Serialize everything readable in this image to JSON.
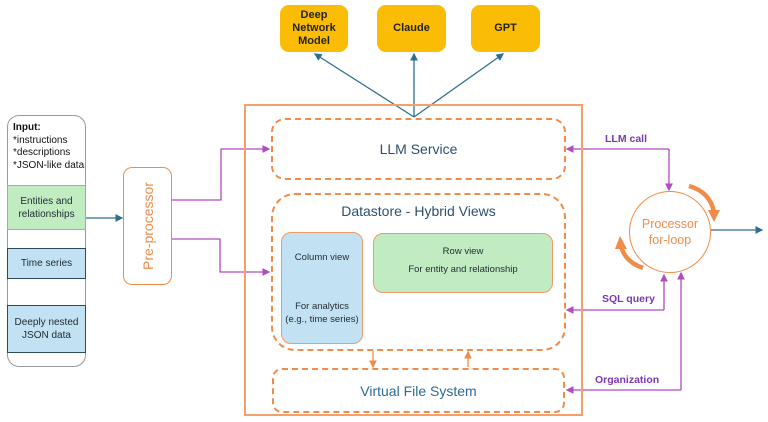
{
  "models": [
    {
      "label_lines": [
        "Deep",
        "Network",
        "Model"
      ]
    },
    {
      "label_lines": [
        "Claude"
      ]
    },
    {
      "label_lines": [
        "GPT"
      ]
    }
  ],
  "input": {
    "heading": "Input:",
    "bullets": [
      "*instructions",
      "*descriptions",
      "*JSON-like data"
    ],
    "items": [
      {
        "label_lines": [
          "Entities and",
          "relationships"
        ],
        "color": "green"
      },
      {
        "label_lines": [
          "Time series"
        ],
        "color": "blue"
      },
      {
        "label_lines": [
          "Deeply nested",
          "JSON data"
        ],
        "color": "blue"
      }
    ]
  },
  "preprocessor": {
    "label": "Pre-processor"
  },
  "system": {
    "llm_service": "LLM Service",
    "datastore": {
      "title": "Datastore - Hybrid Views",
      "column_view": {
        "title": "Column view",
        "desc_lines": [
          "For analytics",
          "(e.g., time series)"
        ]
      },
      "row_view": {
        "title": "Row view",
        "desc": "For entity and relationship"
      }
    },
    "vfs": "Virtual File System"
  },
  "processor": {
    "label_lines": [
      "Processor",
      "for-loop"
    ]
  },
  "edge_labels": {
    "llm_call": "LLM call",
    "sql_query": "SQL query",
    "organization": "Organization"
  },
  "colors": {
    "model_fill": "#fbbc05",
    "orange": "#f08c4a",
    "purple_line": "#b04cc0",
    "purple_text": "#7b36b5",
    "teal_arrow": "#2e6f8e",
    "green_fill": "#c1ecc2",
    "blue_fill": "#c2e1f2",
    "title_blue": "#2d4f72"
  }
}
